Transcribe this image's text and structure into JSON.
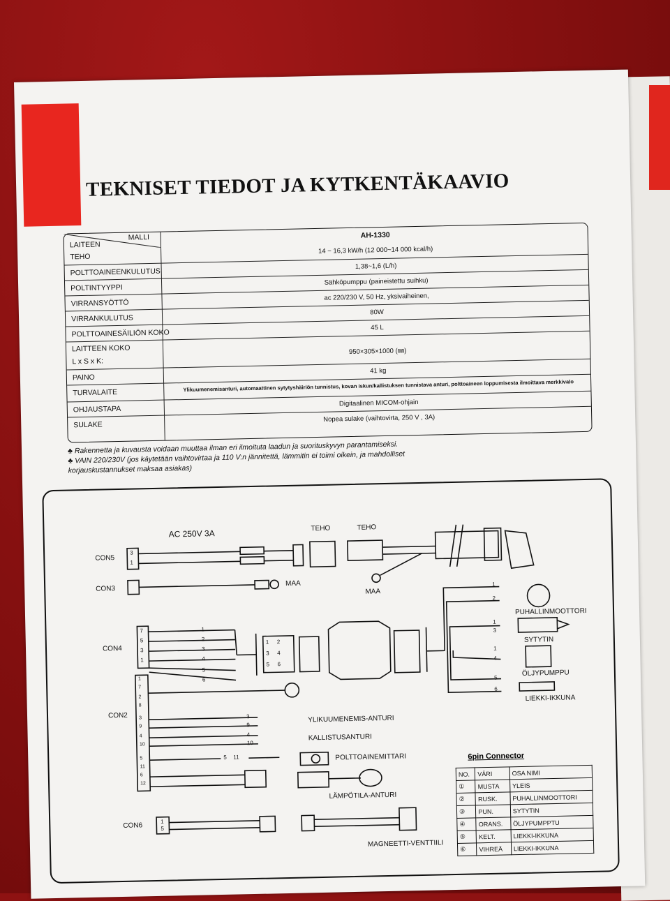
{
  "title": "TEKNISET TIEDOT JA KYTKENTÄKAAVIO",
  "spec": {
    "header_device": "LAITEEN",
    "header_model": "MALLI",
    "model": "AH-1330",
    "rows": [
      {
        "label": "TEHO",
        "value": "14 ~ 16,3 kW/h (12 000~14 000 kcal/h)"
      },
      {
        "label": "POLTTOAINEENKULUTUS",
        "value": "1,38~1,6 (L/h)"
      },
      {
        "label": "POLTINTYYPPI",
        "value": "Sähköpumppu (paineistettu suihku)"
      },
      {
        "label": "VIRRANSYÖTTÖ",
        "value": "ac 220/230 V, 50 Hz, yksivaiheinen,"
      },
      {
        "label": "VIRRANKULUTUS",
        "value": "80W"
      },
      {
        "label": "POLTTOAINESÄILIÖN KOKO",
        "value": "45 L"
      },
      {
        "label": "LAITTEEN KOKO",
        "label2": "L x S x K:",
        "value": "950×305×1000 (㎜)"
      },
      {
        "label": "PAINO",
        "value": "41 kg"
      },
      {
        "label": "TURVALAITE",
        "value": "Ylikuumenemisanturi, automaattinen sytytyshäiriön tunnistus, kovan iskun/kallistuksen tunnistava anturi, polttoaineen loppumisesta ilmoittava merkkivalo"
      },
      {
        "label": "OHJAUSTAPA",
        "value": "Digitaalinen MICOM-ohjain"
      },
      {
        "label": "SULAKE",
        "value": "Nopea sulake (vaihtovirta, 250 V , 3A)"
      }
    ]
  },
  "notes": [
    "♣ Rakennetta ja kuvausta voidaan muuttaa ilman eri ilmoituta laadun ja suorituskyvyn parantamiseksi.",
    "♣ VAIN 220/230V (jos käytetään vaihtovirtaa ja 110 V:n jännitettä, lämmitin ei toimi oikein, ja mahdolliset",
    "korjauskustannukset maksaa asiakas)"
  ],
  "diagram": {
    "ac_label": "AC 250V 3A",
    "teho1": "TEHO",
    "teho2": "TEHO",
    "maa1": "MAA",
    "maa2": "MAA",
    "con5": "CON5",
    "con3": "CON3",
    "con4": "CON4",
    "con2": "CON2",
    "con6": "CON6",
    "con5_pins": [
      "3",
      "1"
    ],
    "con4_pins": [
      "7",
      "5",
      "3",
      "1"
    ],
    "con2_pins": [
      "1",
      "7",
      "2",
      "8",
      "3",
      "9",
      "4",
      "10",
      "5",
      "11",
      "6",
      "12"
    ],
    "con6_pins": [
      "1",
      "5"
    ],
    "wire_nums": [
      "1",
      "2",
      "3",
      "4",
      "5",
      "6"
    ],
    "sensor_pins": [
      "3",
      "9",
      "4",
      "10",
      "5",
      "11"
    ],
    "plug_pins": [
      "1",
      "2",
      "3",
      "4",
      "5",
      "6"
    ],
    "motor_pins": [
      "1",
      "2",
      "1",
      "3",
      "1",
      "4",
      "5",
      "6"
    ],
    "puhallin": "PUHALLINMOOTTORI",
    "sytytin": "SYTYTIN",
    "oljypumppu": "ÖLJYPUMPPU",
    "liekki": "LIEKKI-IKKUNA",
    "ylikuumenemis": "YLIKUUMENEMIS-ANTURI",
    "kallistus": "KALLISTUSANTURI",
    "polttoainemittari": "POLTTOAINEMITTARI",
    "lampotila": "LÄMPÖTILA-ANTURI",
    "magneetti": "MAGNEETTI-VENTTIILI"
  },
  "pin_table": {
    "title": "6pin Connector",
    "headers": [
      "NO.",
      "VÄRI",
      "OSA NIMI"
    ],
    "rows": [
      [
        "①",
        "MUSTA",
        "YLEIS"
      ],
      [
        "②",
        "RUSK.",
        "PUHALLINMOOTTORI"
      ],
      [
        "③",
        "PUN.",
        "SYTYTIN"
      ],
      [
        "④",
        "ORANS.",
        "ÖLJYPUMPPTU"
      ],
      [
        "⑤",
        "KELT.",
        "LIEKKI-IKKUNA"
      ],
      [
        "⑥",
        "VIHREÄ",
        "LIEKKI-IKKUNA"
      ]
    ]
  }
}
